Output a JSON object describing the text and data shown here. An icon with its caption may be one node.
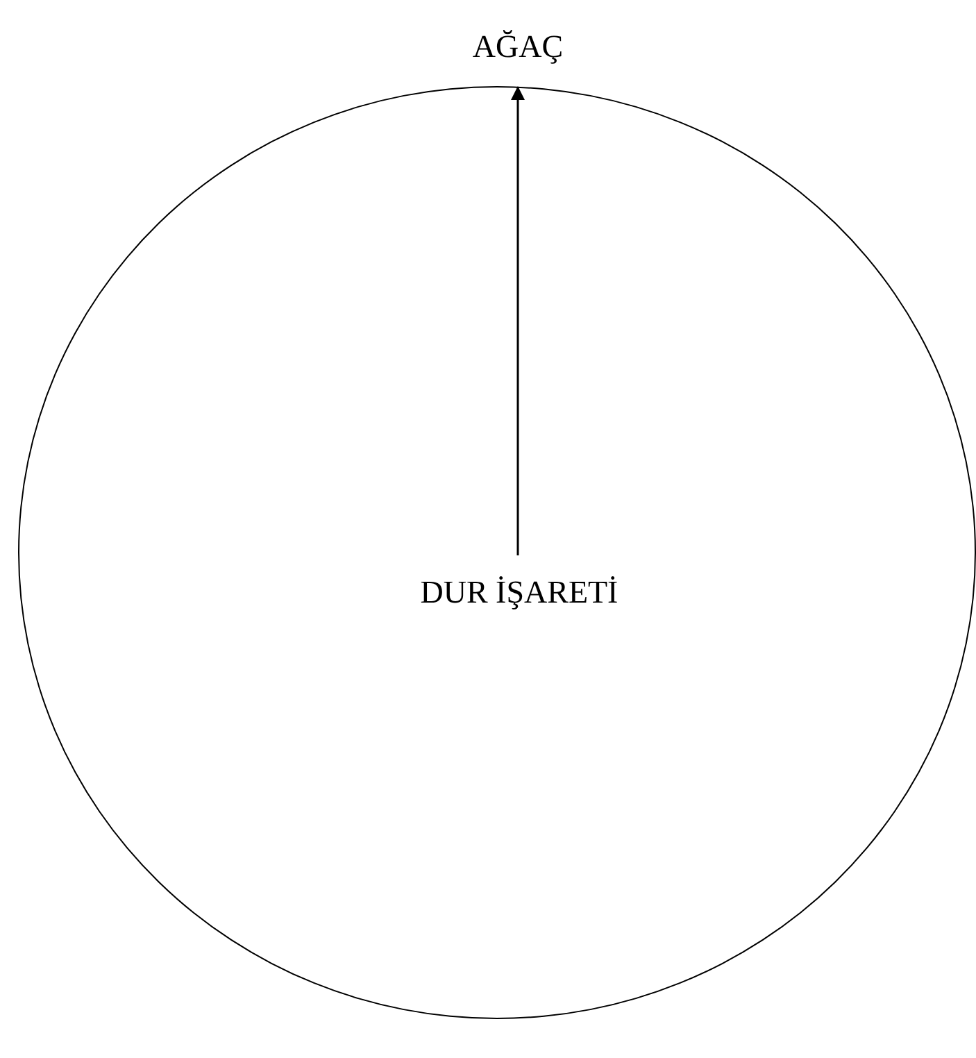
{
  "diagram": {
    "nodes": [
      {
        "text": [],
        "shape": "circle"
      },
      {
        "text": [
          "AĞAÇ"
        ]
      },
      {
        "text": [
          "DUR İŞARETİ"
        ],
        "in": 0
      }
    ],
    "edges": [
      {
        "from": 2,
        "to": 1,
        "arrow": "to"
      }
    ]
  }
}
